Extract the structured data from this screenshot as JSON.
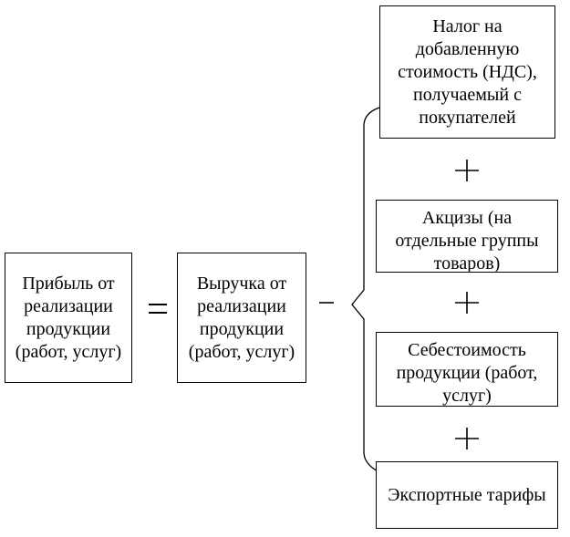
{
  "diagram": {
    "profit": "Прибыль от реализации продукции (работ, услуг)",
    "equals_sign": "=",
    "revenue": "Выручка от реализации продукции (работ, услуг)",
    "minus_sign": "−",
    "plus_sign": "+",
    "deductions": [
      "Налог на добавленную стоимость (НДС), получаемый с покупателей",
      "Акцизы (на отдельные группы товаров)",
      "Себестоимость продукции (работ, услуг)",
      "Экспортные тарифы"
    ]
  }
}
